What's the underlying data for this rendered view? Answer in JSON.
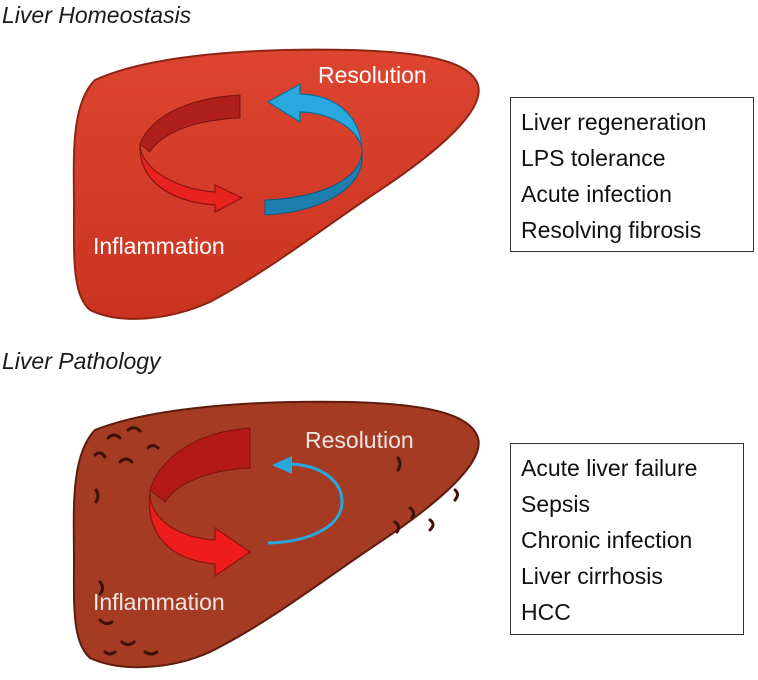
{
  "homeostasis": {
    "title": "Liver Homeostasis",
    "resolution_label": "Resolution",
    "inflammation_label": "Inflammation",
    "conditions": [
      "Liver regeneration",
      "LPS tolerance",
      "Acute infection",
      "Resolving fibrosis"
    ]
  },
  "pathology": {
    "title": "Liver Pathology",
    "resolution_label": "Resolution",
    "inflammation_label": "Inflammation",
    "conditions": [
      "Acute liver failure",
      "Sepsis",
      "Chronic infection",
      "Liver cirrhosis",
      "HCC"
    ]
  },
  "colors": {
    "liver_healthy": "#d13b25",
    "liver_diseased": "#a43b22",
    "inflammation_arrow": "#e8231d",
    "resolution_arrow": "#29a8e0"
  }
}
